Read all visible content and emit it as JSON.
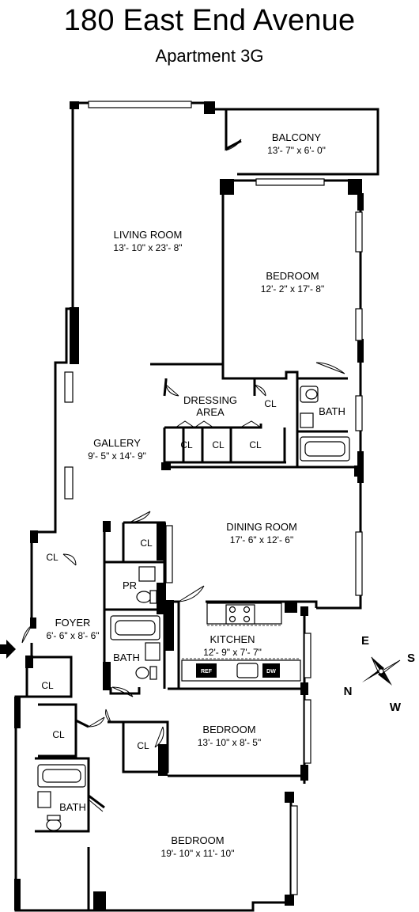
{
  "header": {
    "title": "180 East End Avenue",
    "subtitle": "Apartment 3G"
  },
  "rooms": {
    "balcony": {
      "name": "BALCONY",
      "dims": "13'- 7\" x 6'- 0\""
    },
    "living_room": {
      "name": "LIVING ROOM",
      "dims": "13'- 10\" x 23'- 8\""
    },
    "bedroom_1": {
      "name": "BEDROOM",
      "dims": "12'- 2\" x 17'- 8\""
    },
    "dressing_area": {
      "name": "DRESSING",
      "name2": "AREA"
    },
    "bath_1": {
      "name": "BATH"
    },
    "gallery": {
      "name": "GALLERY",
      "dims": "9'- 5\" x 14'- 9\""
    },
    "dining_room": {
      "name": "DINING ROOM",
      "dims": "17'- 6\" x 12'- 6\""
    },
    "powder_room": {
      "name": "PR"
    },
    "foyer": {
      "name": "FOYER",
      "dims": "6'- 6\" x 8'- 6\""
    },
    "kitchen": {
      "name": "KITCHEN",
      "dims": "12'- 9\" x 7'- 7\""
    },
    "bath_2": {
      "name": "BATH"
    },
    "bedroom_2": {
      "name": "BEDROOM",
      "dims": "13'- 10\" x 8'- 5\""
    },
    "bath_3": {
      "name": "BATH"
    },
    "bedroom_3": {
      "name": "BEDROOM",
      "dims": "19'- 10\" x 11'- 10\""
    }
  },
  "closets": {
    "cl_dress_right": "CL",
    "cl_dress_1": "CL",
    "cl_dress_2": "CL",
    "cl_dress_3": "CL",
    "cl_pr": "CL",
    "cl_left": "CL",
    "cl_foyer": "CL",
    "cl_hall": "CL",
    "cl_bed2": "CL"
  },
  "appliances": {
    "refrigerator": "REF",
    "dishwasher": "DW"
  },
  "compass": {
    "n": "N",
    "e": "E",
    "s": "S",
    "w": "W"
  }
}
